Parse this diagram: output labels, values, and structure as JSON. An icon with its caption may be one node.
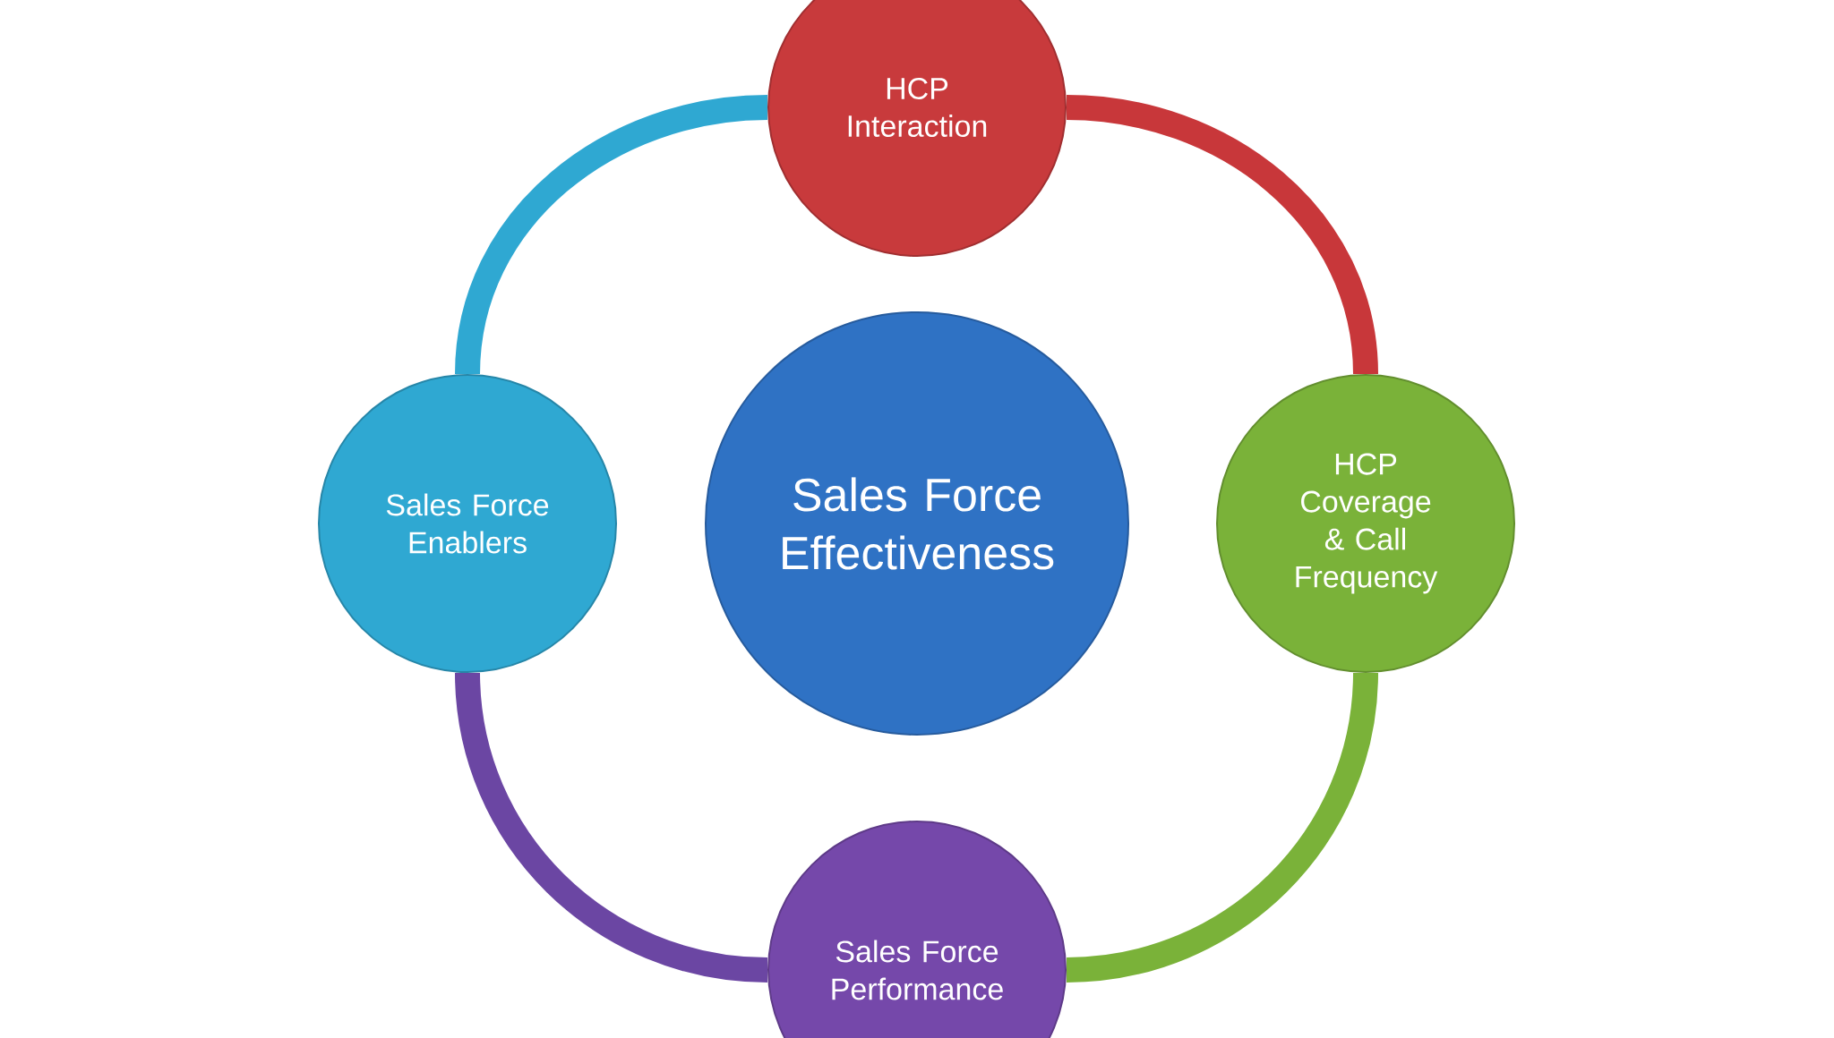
{
  "diagram": {
    "nodes": [
      {
        "text": [
          "HCP Interaction"
        ]
      },
      {
        "text": [
          "Sales Force Enablers"
        ]
      },
      {
        "text": [
          "Sales Force Effectiveness"
        ]
      },
      {
        "text": [
          "HCP Coverage & Call Frequency"
        ]
      },
      {
        "text": [
          "Sales Force Performance"
        ]
      }
    ],
    "edges": [
      {
        "from": 0,
        "to": 3,
        "arrow": "none",
        "color": "#c8373a"
      },
      {
        "from": 3,
        "to": 4,
        "arrow": "none",
        "color": "#7ab239"
      },
      {
        "from": 4,
        "to": 1,
        "arrow": "none",
        "color": "#6b46a3"
      },
      {
        "from": 1,
        "to": 0,
        "arrow": "none",
        "color": "#2fa8d2"
      }
    ]
  }
}
